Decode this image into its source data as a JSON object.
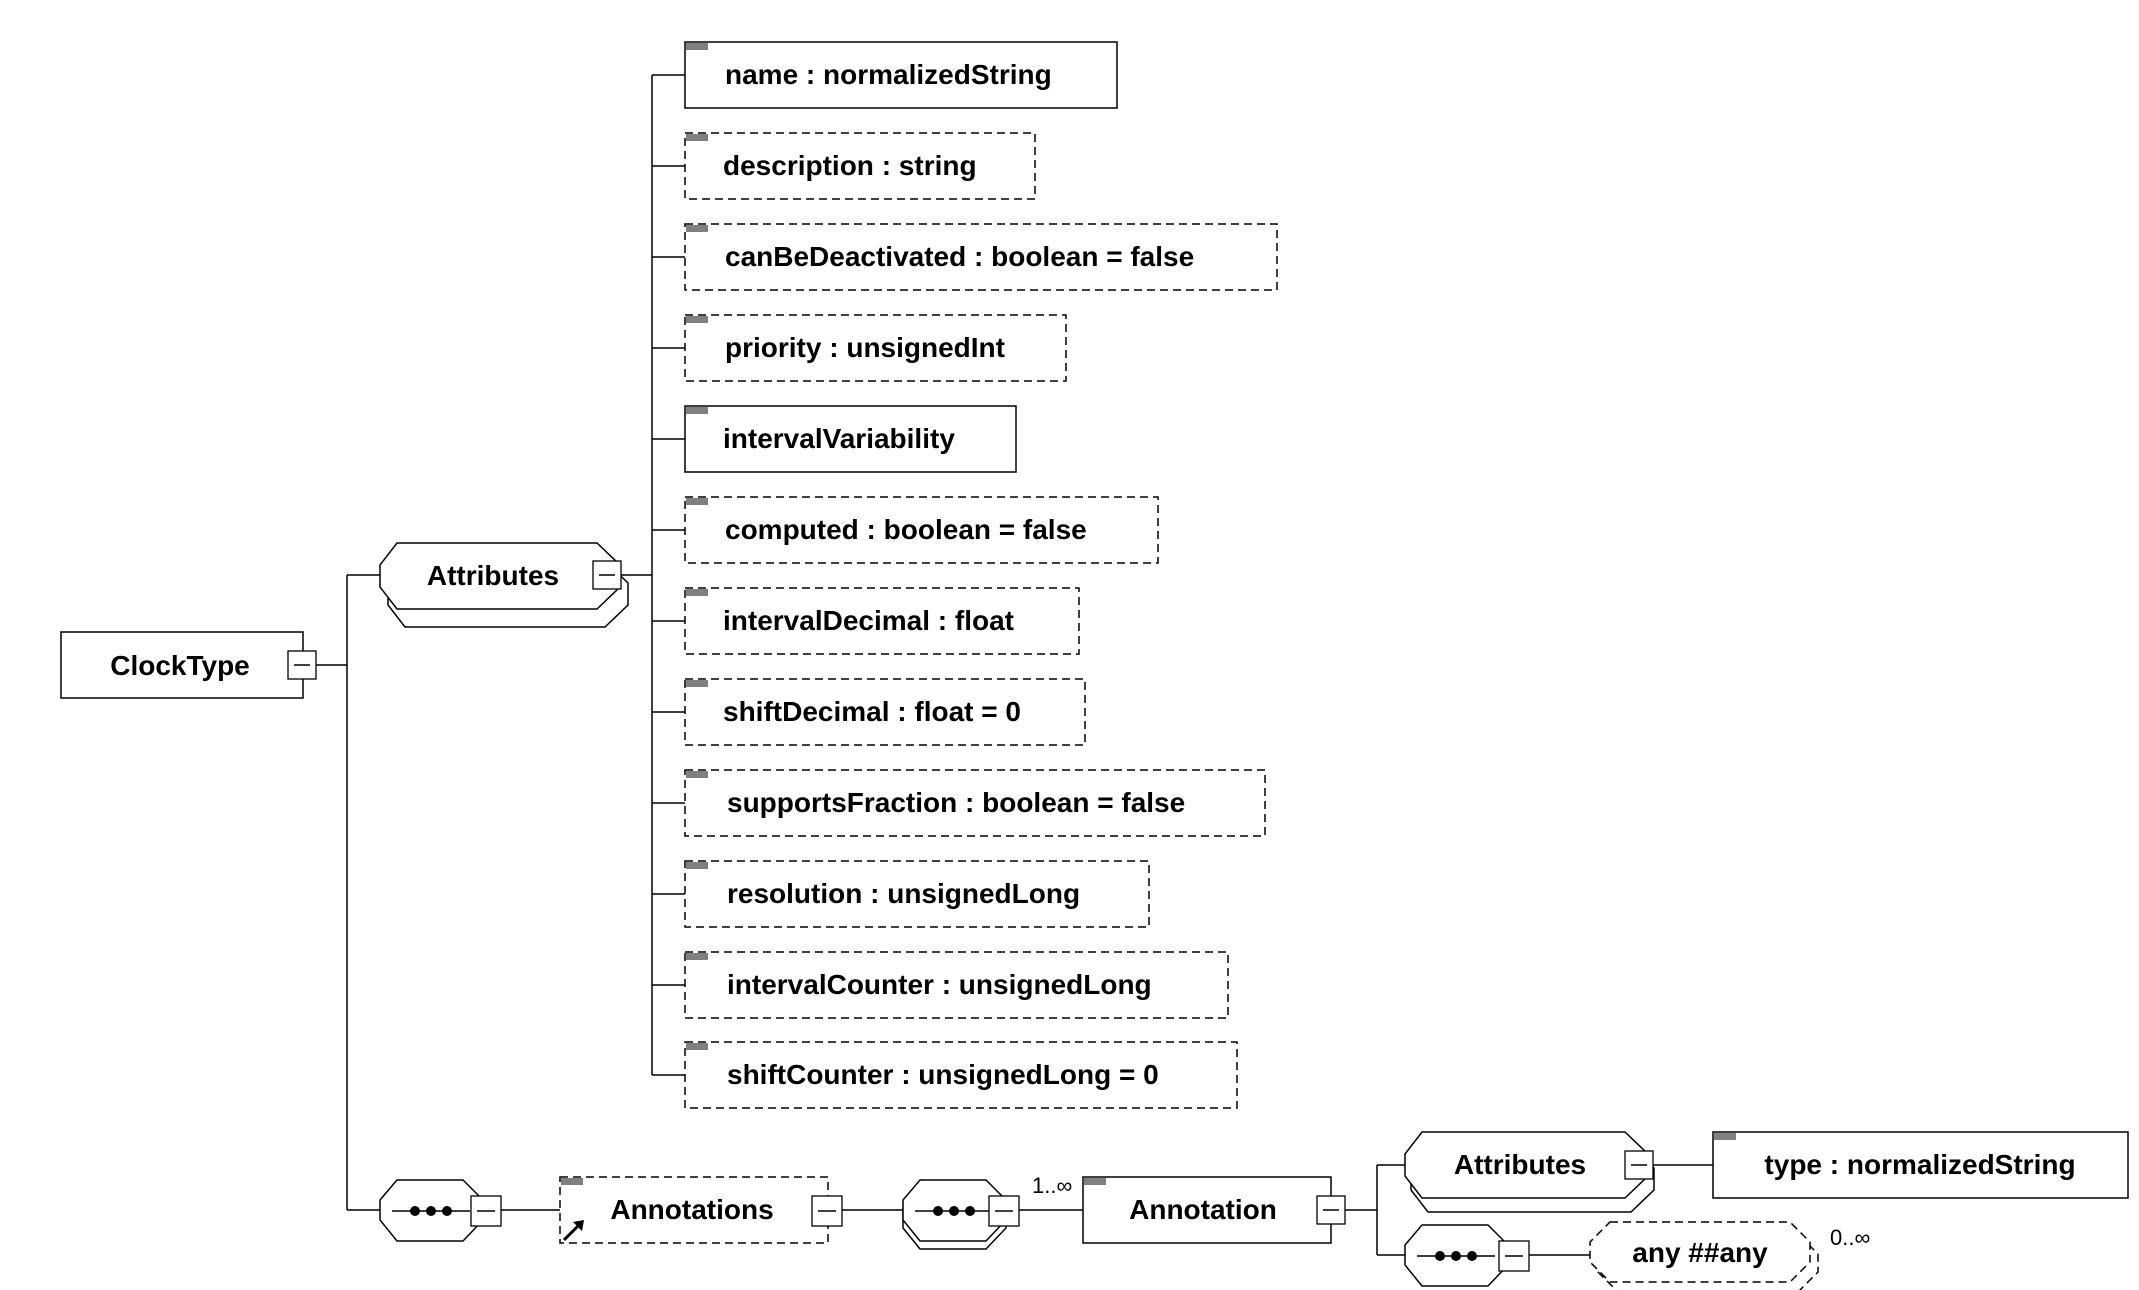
{
  "root": {
    "label": "ClockType"
  },
  "attributes_group": {
    "label": "Attributes",
    "items": [
      {
        "label": "name : normalizedString",
        "optional": false
      },
      {
        "label": "description : string",
        "optional": true
      },
      {
        "label": "canBeDeactivated : boolean = false",
        "optional": true
      },
      {
        "label": "priority : unsignedInt",
        "optional": true
      },
      {
        "label": "intervalVariability",
        "optional": false
      },
      {
        "label": "computed : boolean = false",
        "optional": true
      },
      {
        "label": "intervalDecimal : float",
        "optional": true
      },
      {
        "label": "shiftDecimal : float = 0",
        "optional": true
      },
      {
        "label": "supportsFraction : boolean = false",
        "optional": true
      },
      {
        "label": "resolution : unsignedLong",
        "optional": true
      },
      {
        "label": "intervalCounter : unsignedLong",
        "optional": true
      },
      {
        "label": "shiftCounter : unsignedLong = 0",
        "optional": true
      }
    ]
  },
  "annotations": {
    "label": "Annotations",
    "optional": true
  },
  "annotation": {
    "label": "Annotation",
    "occurrence": "1..∞"
  },
  "annotation_attributes": {
    "label": "Attributes",
    "items": [
      {
        "label": "type : normalizedString",
        "optional": false
      }
    ]
  },
  "any_element": {
    "label": "any  ##any",
    "occurrence": "0..∞"
  },
  "colors": {
    "line": "#000000",
    "box_fill": "#ffffff",
    "tag": "#808080"
  }
}
